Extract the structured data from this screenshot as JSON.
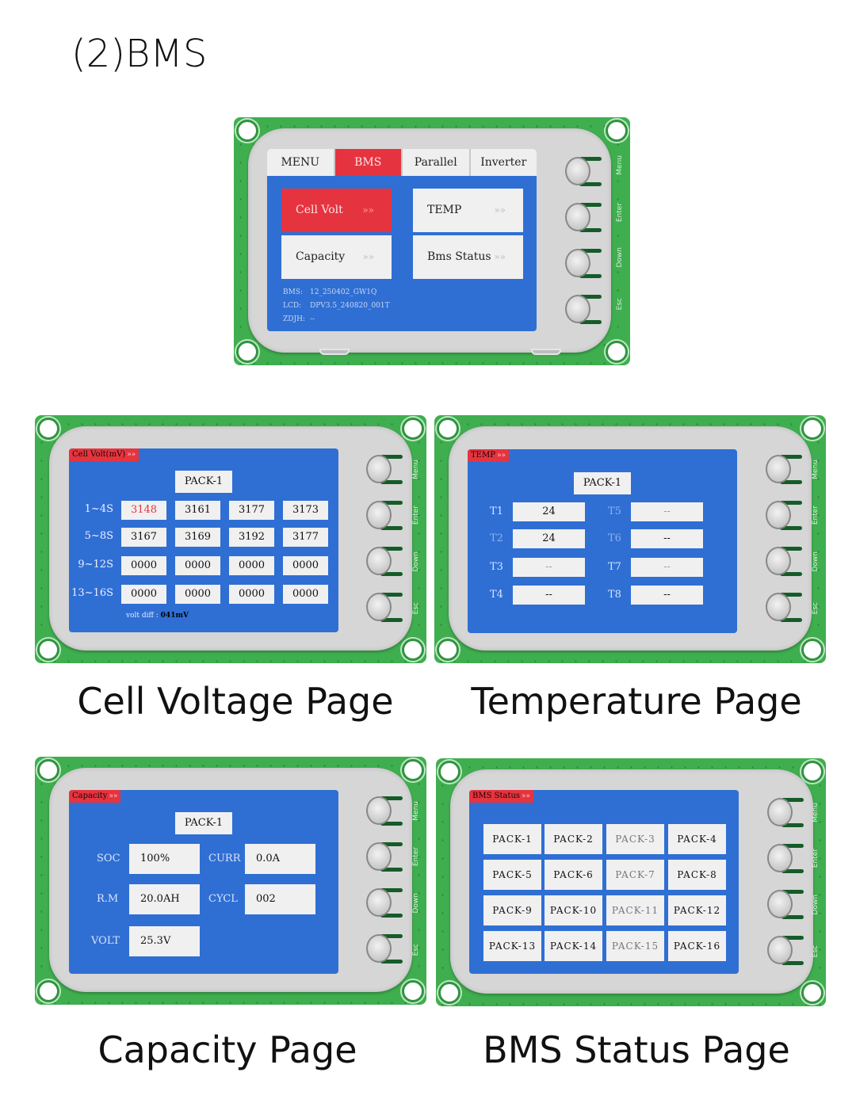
{
  "section_title": "(2)BMS",
  "device_buttons": [
    "Menu",
    "Enter",
    "Down",
    "Esc"
  ],
  "colors": {
    "screen_bg": "#2f6fd4",
    "accent_red": "#e5343f",
    "pcb_green": "#3fae4f",
    "cell_bg": "#f0f0f0"
  },
  "main_menu": {
    "tabs": [
      {
        "label": "MENU",
        "active": false
      },
      {
        "label": "BMS",
        "active": true
      },
      {
        "label": "Parallel",
        "active": false
      },
      {
        "label": "Inverter",
        "active": false
      }
    ],
    "cards": [
      {
        "label": "Cell Volt",
        "active": true,
        "icon": "triple-chevron-right-icon"
      },
      {
        "label": "TEMP",
        "active": false,
        "icon": "triple-chevron-right-icon"
      },
      {
        "label": "Capacity",
        "active": false,
        "icon": "triple-chevron-right-icon"
      },
      {
        "label": "Bms Status",
        "active": false,
        "icon": "triple-chevron-right-icon"
      }
    ],
    "chevron": "»»",
    "info": [
      {
        "key": "BMS:",
        "value": "12_250402_GW1Q"
      },
      {
        "key": "LCD:",
        "value": "DPV3.5_240820_001T"
      },
      {
        "key": "ZDJH:",
        "value": "--"
      }
    ]
  },
  "cell_voltage_page": {
    "caption": "Cell Voltage Page",
    "title": "Cell Volt(mV)",
    "chevron": "»»",
    "pack": "PACK-1",
    "rows": [
      {
        "label": "1~4S",
        "values": [
          "3148",
          "3161",
          "3177",
          "3173"
        ]
      },
      {
        "label": "5~8S",
        "values": [
          "3167",
          "3169",
          "3192",
          "3177"
        ]
      },
      {
        "label": "9~12S",
        "values": [
          "0000",
          "0000",
          "0000",
          "0000"
        ]
      },
      {
        "label": "13~16S",
        "values": [
          "0000",
          "0000",
          "0000",
          "0000"
        ]
      }
    ],
    "highlighted_cell": "3148",
    "volt_diff_label": "volt diff :",
    "volt_diff_value": "041mV"
  },
  "temperature_page": {
    "caption": "Temperature Page",
    "title": "TEMP",
    "chevron": "»»",
    "pack": "PACK-1",
    "sensors": [
      {
        "label": "T1",
        "value": "24"
      },
      {
        "label": "T2",
        "value": "24"
      },
      {
        "label": "T3",
        "value": "--"
      },
      {
        "label": "T4",
        "value": "--"
      },
      {
        "label": "T5",
        "value": "--"
      },
      {
        "label": "T6",
        "value": "--"
      },
      {
        "label": "T7",
        "value": "--"
      },
      {
        "label": "T8",
        "value": "--"
      }
    ]
  },
  "capacity_page": {
    "caption": "Capacity Page",
    "title": "Capacity",
    "chevron": "»»",
    "pack": "PACK-1",
    "fields": [
      {
        "label": "SOC",
        "value": "100%"
      },
      {
        "label": "CURR",
        "value": "0.0A"
      },
      {
        "label": "R.M",
        "value": "20.0AH"
      },
      {
        "label": "CYCL",
        "value": "002"
      },
      {
        "label": "VOLT",
        "value": "25.3V"
      }
    ]
  },
  "bms_status_page": {
    "caption": "BMS Status Page",
    "title": "BMS Status",
    "chevron": "»»",
    "packs": [
      "PACK-1",
      "PACK-2",
      "PACK-3",
      "PACK-4",
      "PACK-5",
      "PACK-6",
      "PACK-7",
      "PACK-8",
      "PACK-9",
      "PACK-10",
      "PACK-11",
      "PACK-12",
      "PACK-13",
      "PACK-14",
      "PACK-15",
      "PACK-16"
    ]
  }
}
